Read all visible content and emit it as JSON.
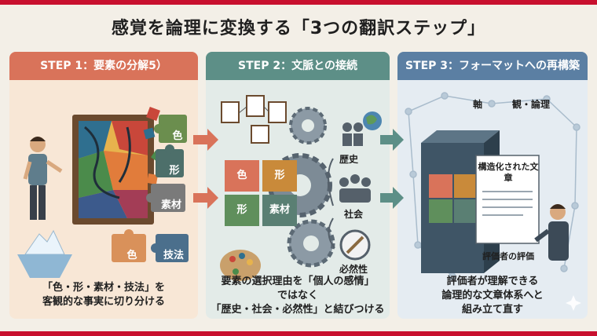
{
  "title": "感覚を論理に変換する「3つの翻訳ステップ」",
  "colors": {
    "accent": "#c8102e",
    "step1": "#d9735a",
    "step2": "#5d8f87",
    "step3": "#5b7fa3"
  },
  "steps": [
    {
      "header": "STEP 1：要素の分解5）",
      "pieces": [
        "色",
        "形",
        "素材",
        "色",
        "技法"
      ],
      "caption": [
        "「色・形・素材・技法」を",
        "客観的な事実に切り分ける"
      ]
    },
    {
      "header": "STEP 2：文脈との接続",
      "pieces": [
        "色",
        "形",
        "形",
        "素材"
      ],
      "contexts": [
        "歴史",
        "社会",
        "必然性"
      ],
      "caption": [
        "要素の選択理由を「個人の感情」",
        "ではなく",
        "「歴史・社会・必然性」と結びつける"
      ]
    },
    {
      "header": "STEP 3：フォーマットへの再構築",
      "top_labels": [
        "軸",
        "観・論理"
      ],
      "doc_title": "構造化された文章",
      "doc_footer": "評価者の評価",
      "caption": [
        "評価者が理解できる",
        "論理的な文章体系へと",
        "組み立て直す"
      ]
    }
  ]
}
